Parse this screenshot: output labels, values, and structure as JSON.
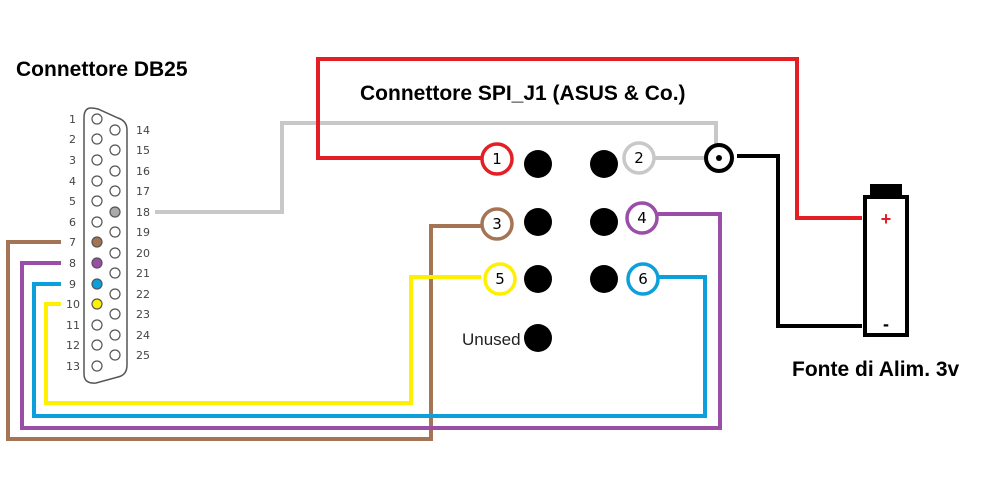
{
  "titles": {
    "db25": "Connettore DB25",
    "spi": "Connettore SPI_J1 (ASUS & Co.)",
    "power": "Fonte di Alim. 3v"
  },
  "db25": {
    "top_row_numbers": [
      "1",
      "2",
      "3",
      "4",
      "5",
      "6",
      "7",
      "8",
      "9",
      "10",
      "11",
      "12",
      "13"
    ],
    "bottom_row_numbers": [
      "14",
      "15",
      "16",
      "17",
      "18",
      "19",
      "20",
      "21",
      "22",
      "23",
      "24",
      "25"
    ]
  },
  "spi": {
    "pin_labels": [
      "1",
      "2",
      "3",
      "4",
      "5",
      "6"
    ],
    "unused_label": "Unused"
  },
  "battery": {
    "plus": "+",
    "minus": "-"
  },
  "colors": {
    "red": "#e31e24",
    "gray": "#c8c8c8",
    "brown": "#a57454",
    "purple": "#9b4ea8",
    "blue": "#0ba0dc",
    "yellow": "#fff000",
    "black": "#000000"
  }
}
